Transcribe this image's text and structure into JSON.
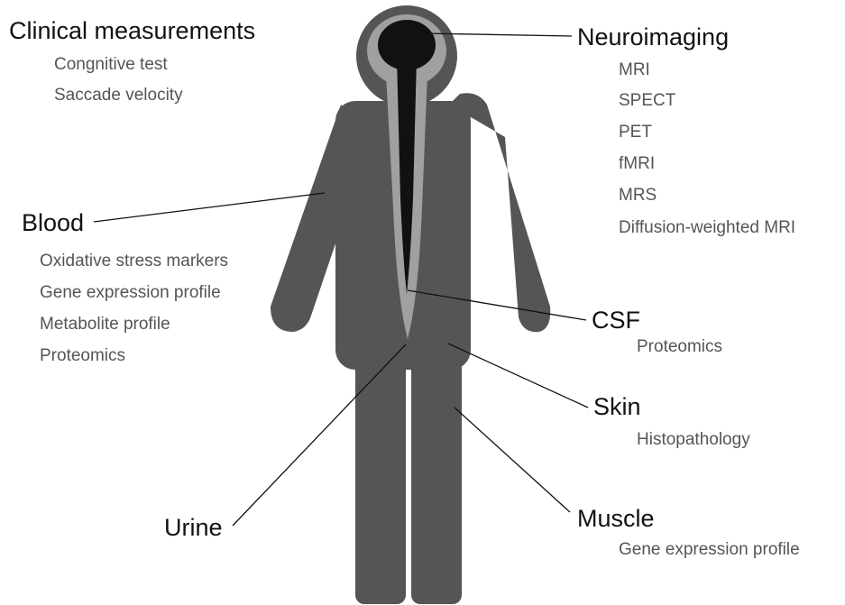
{
  "colors": {
    "body": "#555555",
    "spine_outline": "#a0a0a0",
    "brain": "#111111",
    "lines": "#111111",
    "heading_text": "#111111",
    "item_text": "#555555"
  },
  "labels": {
    "clinical": {
      "heading": "Clinical measurements",
      "items": [
        "Congnitive test",
        "Saccade velocity"
      ]
    },
    "neuro": {
      "heading": "Neuroimaging",
      "items": [
        "MRI",
        "SPECT",
        "PET",
        "fMRI",
        "MRS",
        "Diffusion-weighted MRI"
      ]
    },
    "blood": {
      "heading": "Blood",
      "items": [
        "Oxidative stress markers",
        "Gene expression profile",
        "Metabolite profile",
        "Proteomics"
      ]
    },
    "csf": {
      "heading": "CSF",
      "items": [
        "Proteomics"
      ]
    },
    "skin": {
      "heading": "Skin",
      "items": [
        "Histopathology"
      ]
    },
    "muscle": {
      "heading": "Muscle",
      "items": [
        "Gene expression profile"
      ]
    },
    "urine": {
      "heading": "Urine"
    }
  }
}
